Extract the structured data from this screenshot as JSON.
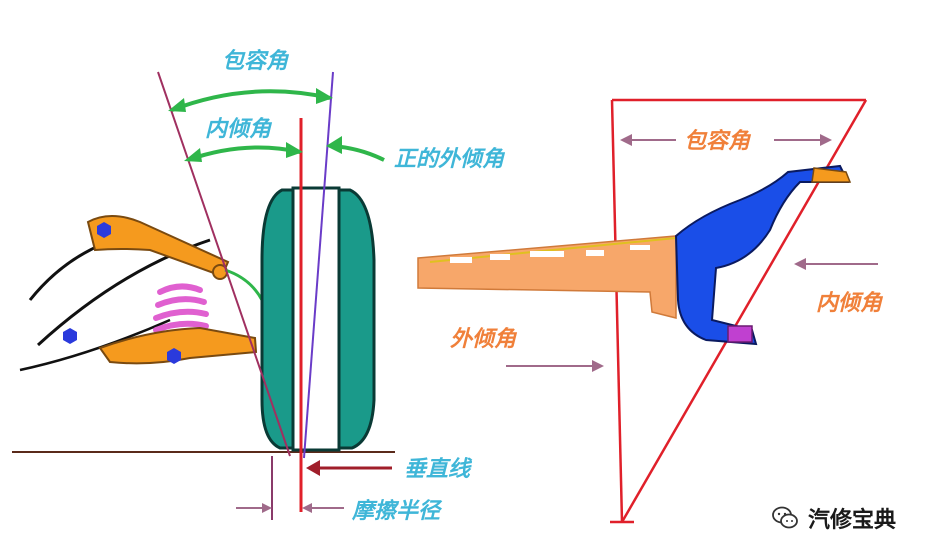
{
  "labels": {
    "included_angle_left": "包容角",
    "kingpin_inclination_left": "内倾角",
    "positive_camber": "正的外倾角",
    "vertical_line": "垂直线",
    "scrub_radius": "摩擦半径",
    "included_angle_right": "包容角",
    "kingpin_inclination_right": "内倾角",
    "camber_right": "外倾角"
  },
  "watermark": {
    "text": "汽修宝典",
    "icon": "wechat-logo-icon"
  },
  "colors": {
    "label_cyan": "#3fb6d8",
    "label_orange": "#f0803a",
    "arrow_green": "#2fb64a",
    "vertical_red": "#e0202a",
    "camber_purple": "#6a3cc8",
    "kingpin_maroon": "#a03060",
    "tire_teal": "#1a9a8a",
    "arm_orange": "#f59a1e",
    "spring_pink": "#e060d0",
    "bolt_blue": "#2a3adc",
    "knuckle_blue": "#1a4ee8",
    "shaft_orange": "#f7a76a",
    "arrow_mauve": "#a06a8a"
  }
}
